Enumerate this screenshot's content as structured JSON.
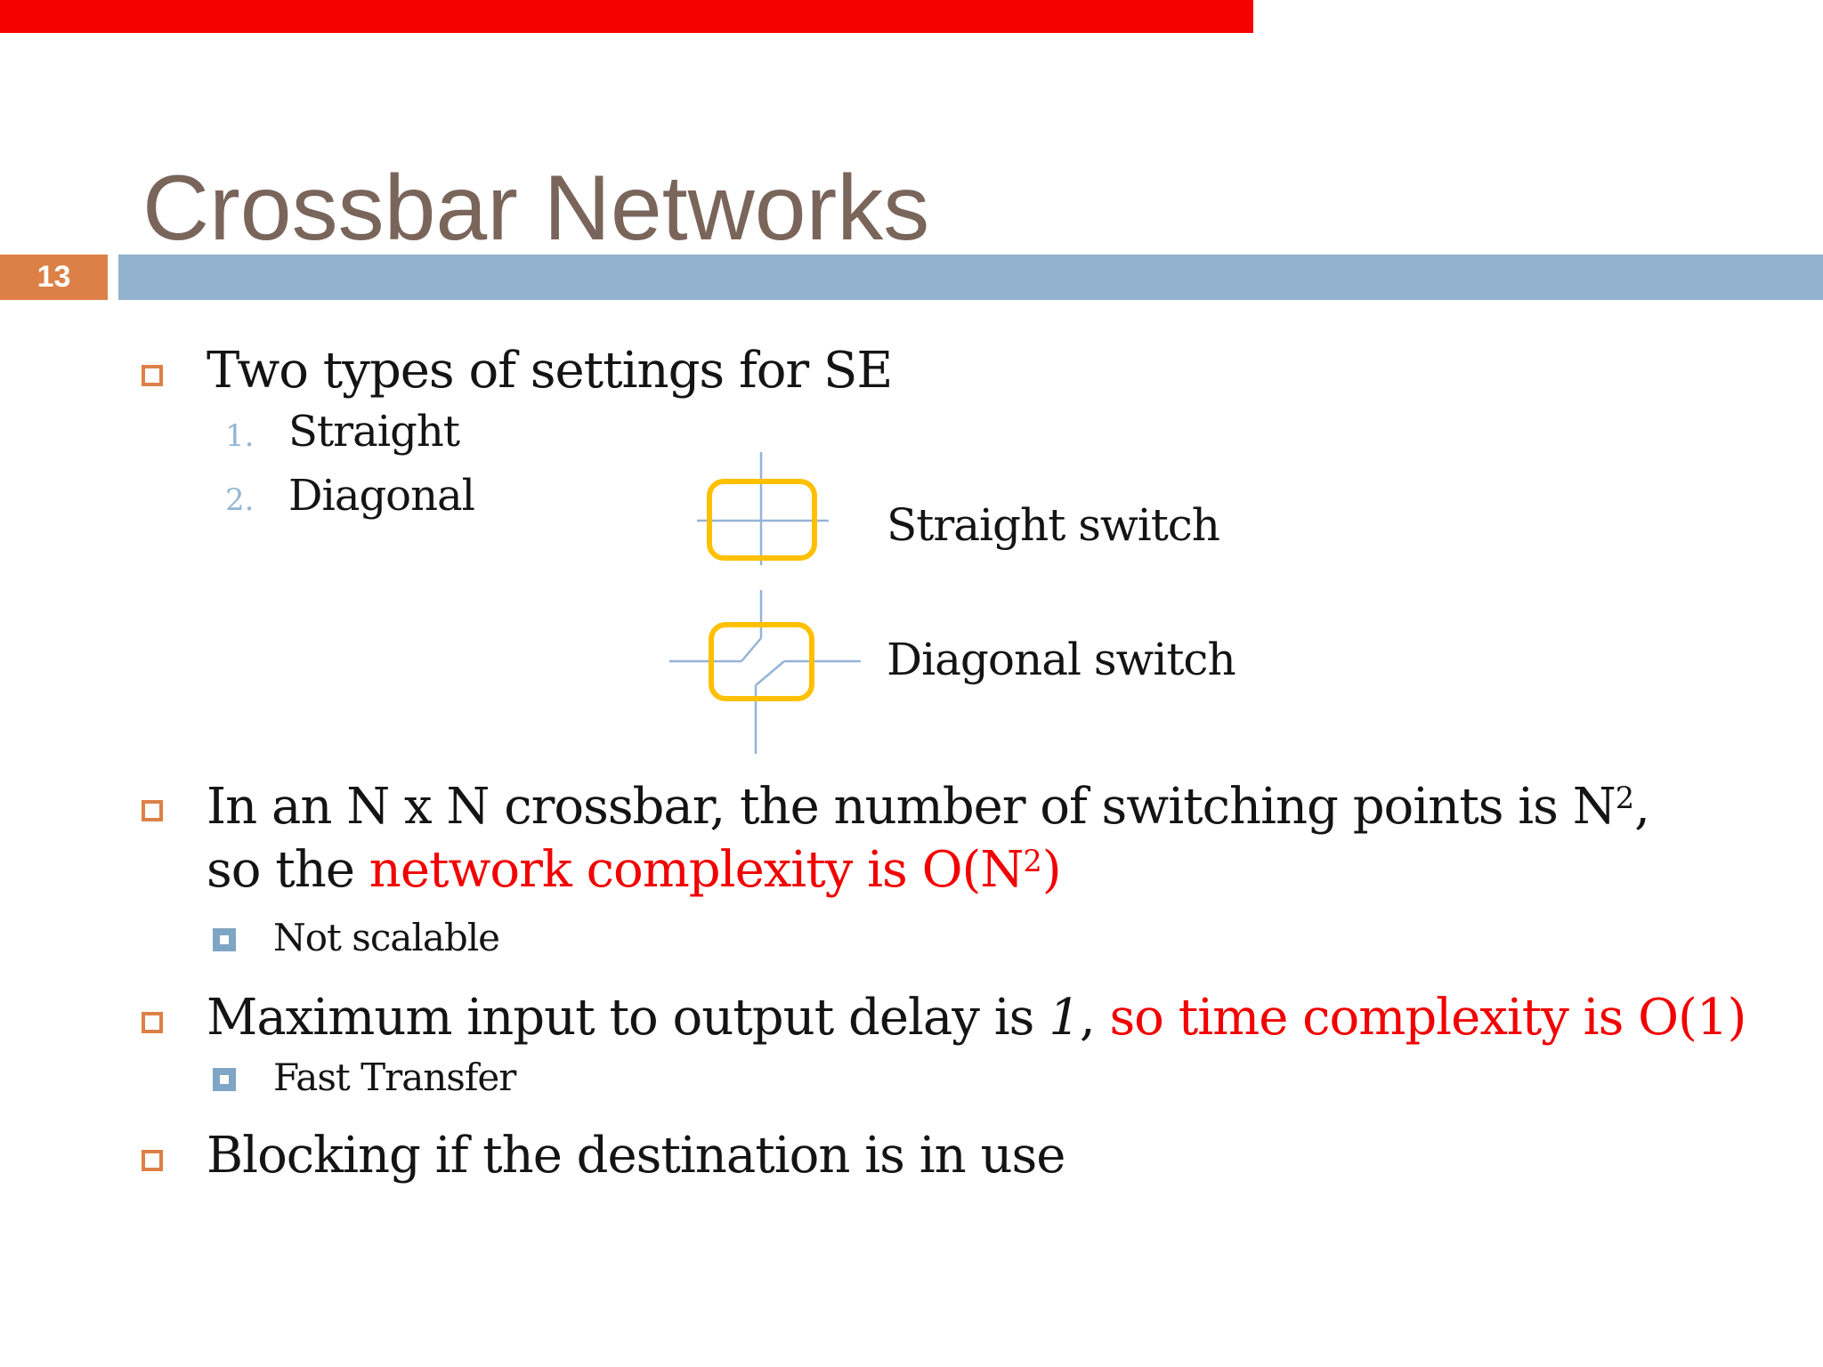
{
  "video_overlay": {
    "progress_color": "#f50100"
  },
  "title": "Crossbar Networks",
  "page_number": "13",
  "theme_colors": {
    "title_text": "#7a655b",
    "accent_orange": "#dd8047",
    "accent_blue": "#93b2ce",
    "sub_bullet_blue": "#7fa5c4",
    "number_blue": "#94b6d2",
    "body_text": "#141414",
    "highlight_red": "#f20000",
    "switch_outline_yellow": "#ffc000",
    "switch_line_blue": "#95b3d7"
  },
  "diagram": {
    "straight_label": "Straight switch",
    "diagonal_label": "Diagonal switch"
  },
  "bullets": [
    {
      "id": "two-types",
      "level": 1,
      "runs": [
        {
          "t": "Two types of settings for SE"
        }
      ]
    },
    {
      "id": "straight-item",
      "level": "num",
      "marker": "1.",
      "runs": [
        {
          "t": "Straight"
        }
      ]
    },
    {
      "id": "diagonal-item",
      "level": "num",
      "marker": "2.",
      "runs": [
        {
          "t": "Diagonal"
        }
      ]
    },
    {
      "id": "crossbar-complexity",
      "level": 1,
      "runs": [
        {
          "t": "In an N x N crossbar, the number of switching points is N"
        },
        {
          "t": "2",
          "sup": true
        },
        {
          "t": ","
        },
        {
          "br": true
        },
        {
          "t": "so the "
        },
        {
          "t": "network complexity is O(N",
          "red": true
        },
        {
          "t": "2",
          "sup": true,
          "red": true
        },
        {
          "t": ")",
          "red": true
        }
      ]
    },
    {
      "id": "not-scalable",
      "level": 2,
      "runs": [
        {
          "t": "Not scalable"
        }
      ]
    },
    {
      "id": "maximum-delay",
      "level": 1,
      "runs": [
        {
          "t": "Maximum input to output delay is "
        },
        {
          "t": "1",
          "italic": true
        },
        {
          "t": ", "
        },
        {
          "t": "so time complexity is O(1)",
          "red": true
        }
      ]
    },
    {
      "id": "fast-transfer",
      "level": 2,
      "runs": [
        {
          "t": "Fast Transfer"
        }
      ]
    },
    {
      "id": "blocking",
      "level": 1,
      "runs": [
        {
          "t": "Blocking if the destination is in use"
        }
      ]
    }
  ]
}
